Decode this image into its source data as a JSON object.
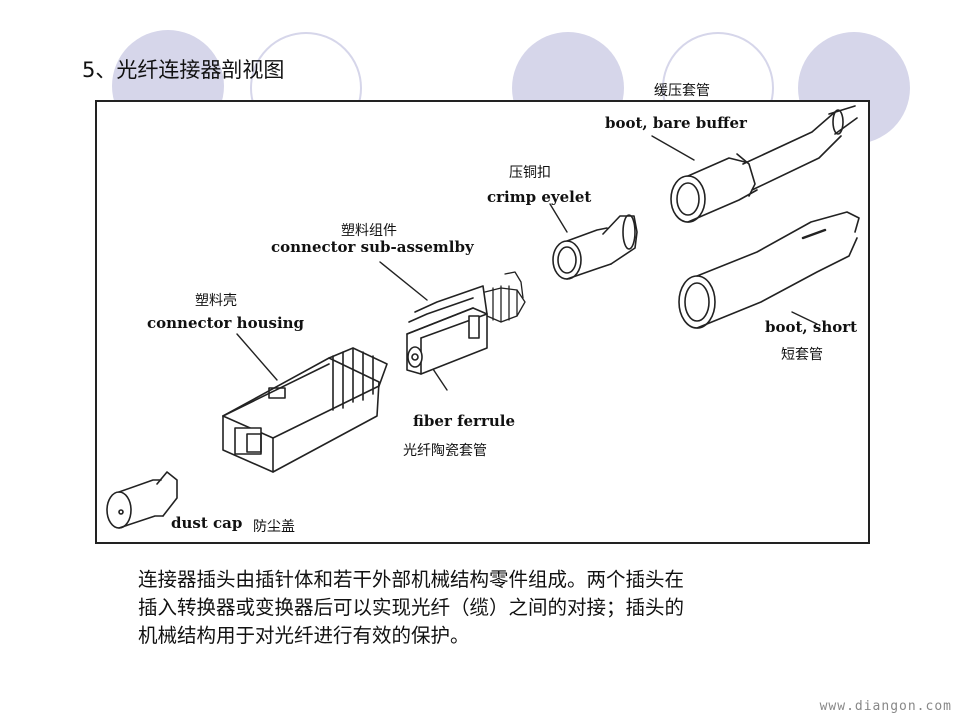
{
  "slide": {
    "title": "5、光纤连接器剖视图",
    "watermark": "www.diangon.com"
  },
  "labels": {
    "boot_bare_buffer": {
      "cn": "缓压套管",
      "en": "boot, bare buffer"
    },
    "crimp_eyelet": {
      "cn": "压铜扣",
      "en": "crimp eyelet"
    },
    "connector_sub_assembly": {
      "cn": "塑料组件",
      "en": "connector sub-assemlby"
    },
    "connector_housing": {
      "cn": "塑料壳",
      "en": "connector housing"
    },
    "fiber_ferrule": {
      "cn": "光纤陶瓷套管",
      "en": "fiber ferrule"
    },
    "boot_short": {
      "cn": "短套管",
      "en": "boot, short"
    },
    "dust_cap": {
      "cn": "防尘盖",
      "en": "dust cap"
    }
  },
  "description": {
    "line1": "连接器插头由插针体和若干外部机械结构零件组成。两个插头在",
    "line2": "插入转换器或变换器后可以实现光纤（缆）之间的对接；插头的",
    "line3": "机械结构用于对光纤进行有效的保护。"
  },
  "colors": {
    "decor_circle": "#d6d6ea",
    "outline": "#222222",
    "background": "#ffffff"
  }
}
